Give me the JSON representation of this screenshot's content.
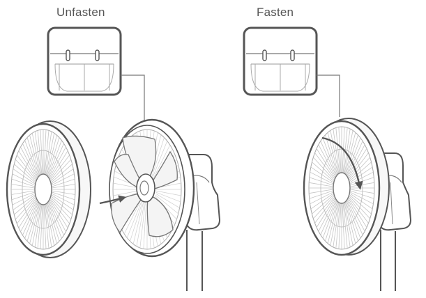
{
  "panels": [
    {
      "id": "unfasten",
      "label": "Unfasten"
    },
    {
      "id": "fasten",
      "label": "Fasten"
    }
  ],
  "colors": {
    "stroke": "#555555",
    "light_stroke": "#9a9a9a",
    "blade_fill": "#f4f4f4",
    "background": "#ffffff"
  },
  "icons": [
    "clip-detail",
    "front-grille",
    "fan-head",
    "fan-blades",
    "fan-hub",
    "push-arrow",
    "rotate-arrow",
    "wall-mount",
    "support-pole"
  ]
}
